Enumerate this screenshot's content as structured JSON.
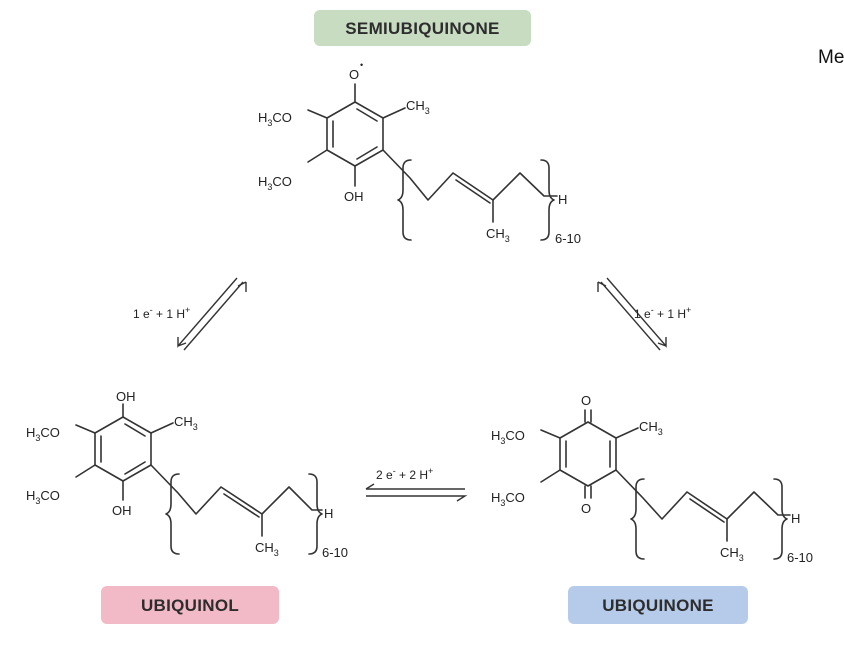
{
  "corner_text": "Me",
  "badges": {
    "semiubiquinone": {
      "label": "SEMIUBIQUINONE",
      "color": "#c7dcc1"
    },
    "ubiquinol": {
      "label": "UBIQUINOL",
      "color": "#f2b9c6"
    },
    "ubiquinone": {
      "label": "UBIQUINONE",
      "color": "#b6cbea"
    }
  },
  "arrows": {
    "left": {
      "e": "1 e",
      "e_sup": "-",
      "plus_h": " + 1 H",
      "h_sup": "+"
    },
    "right": {
      "e": "1 e",
      "e_sup": "-",
      "plus_h": " + 1 H",
      "h_sup": "+"
    },
    "bottom": {
      "e": "2 e",
      "e_sup": "-",
      "plus_h": " + 2 H",
      "h_sup": "+"
    }
  },
  "molecules": {
    "semiubiquinone": {
      "top_group": "O",
      "radical": "•",
      "methoxy_1": "H",
      "methoxy_1_sub": "3",
      "methoxy_1_tail": "CO",
      "methoxy_2": "H",
      "methoxy_2_sub": "3",
      "methoxy_2_tail": "CO",
      "bottom_group": "OH",
      "methyl": "CH",
      "methyl_sub": "3",
      "chain_methyl": "CH",
      "chain_methyl_sub": "3",
      "chain_end": "H",
      "repeat": "6-10"
    },
    "ubiquinol": {
      "top_group": "OH",
      "methoxy_1": "H",
      "methoxy_1_sub": "3",
      "methoxy_1_tail": "CO",
      "methoxy_2": "H",
      "methoxy_2_sub": "3",
      "methoxy_2_tail": "CO",
      "bottom_group": "OH",
      "methyl": "CH",
      "methyl_sub": "3",
      "chain_methyl": "CH",
      "chain_methyl_sub": "3",
      "chain_end": "H",
      "repeat": "6-10"
    },
    "ubiquinone": {
      "top_group": "O",
      "methoxy_1": "H",
      "methoxy_1_sub": "3",
      "methoxy_1_tail": "CO",
      "methoxy_2": "H",
      "methoxy_2_sub": "3",
      "methoxy_2_tail": "CO",
      "bottom_group": "O",
      "methyl": "CH",
      "methyl_sub": "3",
      "chain_methyl": "CH",
      "chain_methyl_sub": "3",
      "chain_end": "H",
      "repeat": "6-10"
    }
  }
}
